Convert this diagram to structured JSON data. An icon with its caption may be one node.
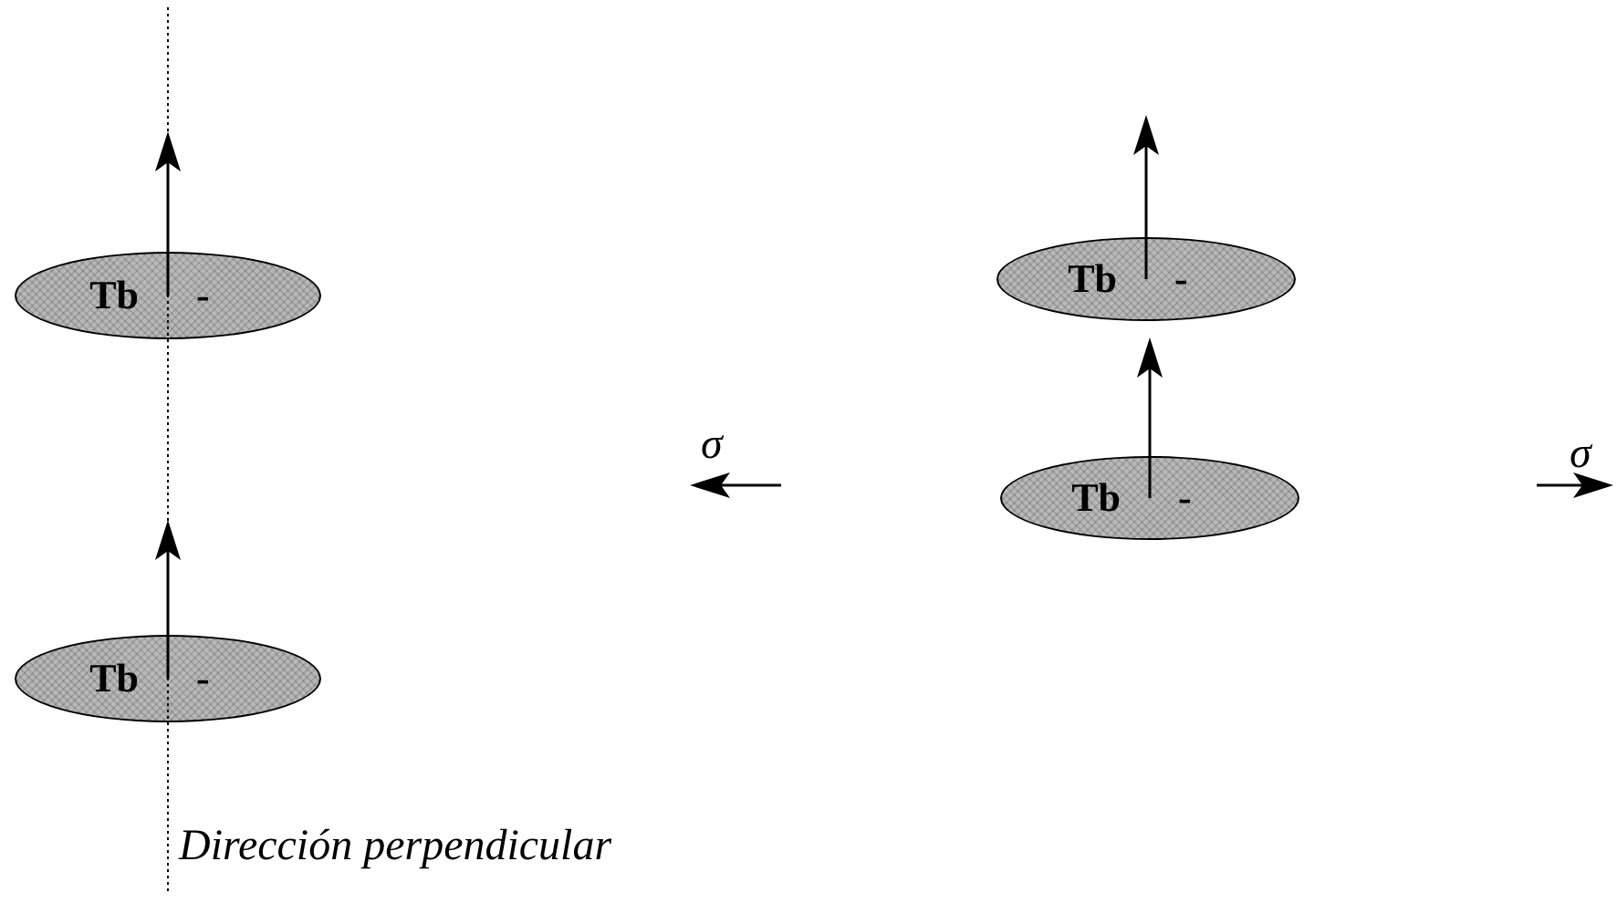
{
  "diagram": {
    "nodes": [
      {
        "text": [
          "Tb -"
        ]
      },
      {
        "text": [
          "Tb -"
        ]
      },
      {
        "text": [
          "Tb -"
        ]
      },
      {
        "text": [
          "Tb -"
        ]
      }
    ],
    "labels": [
      "σ",
      "σ",
      "Dirección perpendicular"
    ]
  }
}
